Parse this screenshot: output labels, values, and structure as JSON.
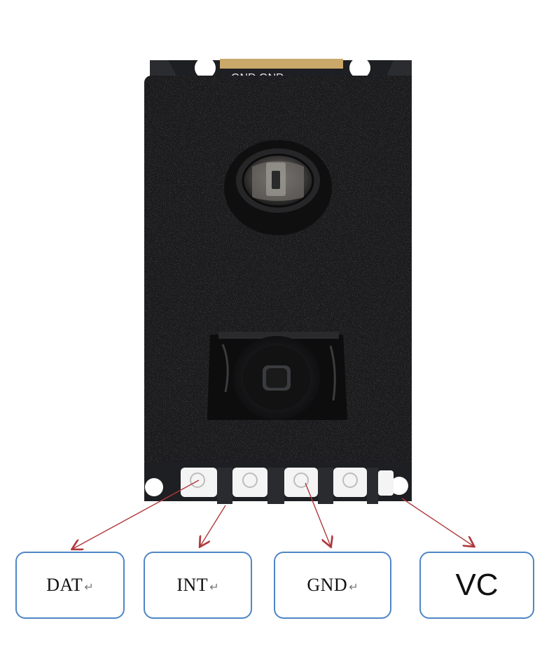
{
  "module": {
    "silkscreen_text": "GND GND"
  },
  "pins": [
    {
      "label": "DAT",
      "suffix": "↵"
    },
    {
      "label": "INT",
      "suffix": "↵"
    },
    {
      "label": "GND",
      "suffix": "↵"
    },
    {
      "label": "VC",
      "suffix": ""
    }
  ],
  "colors": {
    "board": "#1b1b1d",
    "arrow": "#b0383c",
    "box_border": "#4f86c6"
  }
}
